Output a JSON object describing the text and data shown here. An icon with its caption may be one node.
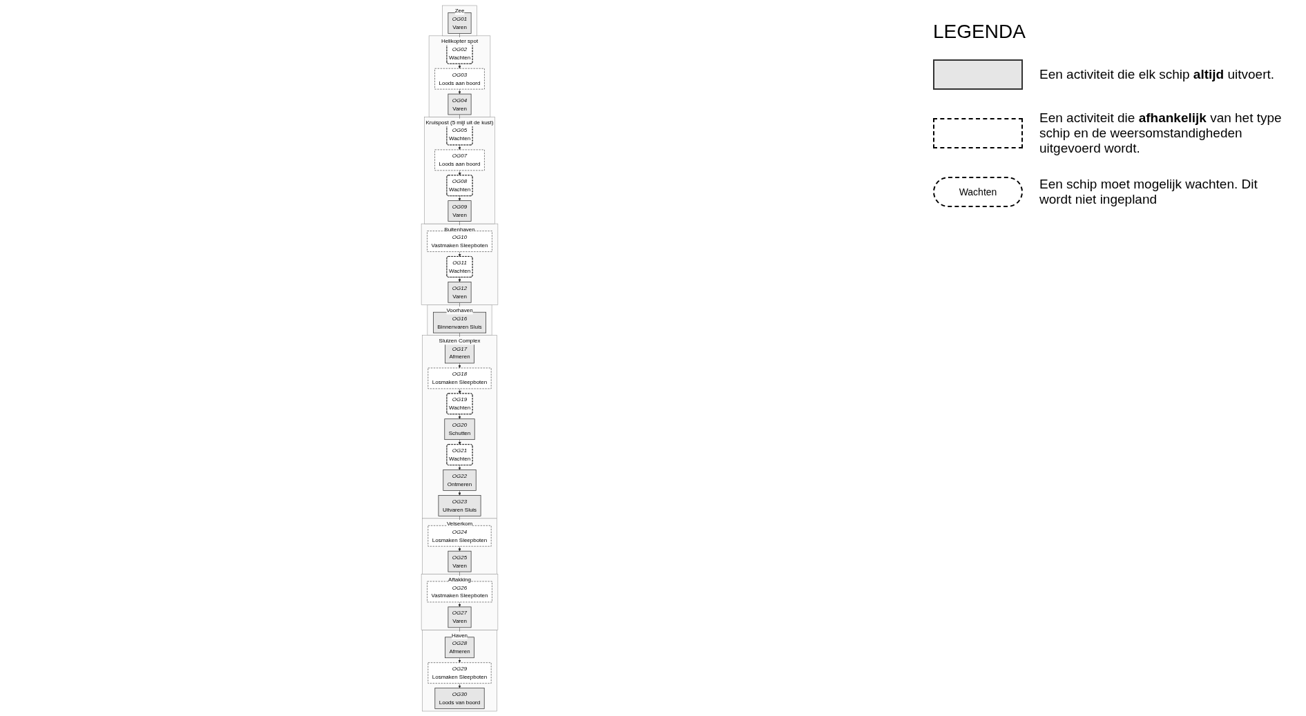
{
  "diagram": {
    "nodes": [
      {
        "text": [
          "Zee"
        ]
      },
      {
        "text": [
          "OG01",
          "Varen"
        ],
        "in": 0
      },
      {
        "text": [
          "Helikopter spot"
        ]
      },
      {
        "text": [
          "OG02",
          "Wachten"
        ],
        "in": 2
      },
      {
        "text": [
          "OG03",
          "Loods aan boord"
        ],
        "in": 2
      },
      {
        "text": [
          "OG04",
          "Varen"
        ],
        "in": 2
      },
      {
        "text": [
          "Kruispost (5 mijl uit de kust)"
        ]
      },
      {
        "text": [
          "OG05",
          "Wachten"
        ],
        "in": 6
      },
      {
        "text": [
          "OG07",
          "Loods aan boord"
        ],
        "in": 6
      },
      {
        "text": [
          "OG08",
          "Wachten"
        ],
        "in": 6
      },
      {
        "text": [
          "OG09",
          "Varen"
        ],
        "in": 6
      },
      {
        "text": [
          "Buitenhaven"
        ]
      },
      {
        "text": [
          "OG10",
          "Vastmaken Sleepboten"
        ],
        "in": 11
      },
      {
        "text": [
          "OG11",
          "Wachten"
        ],
        "in": 11
      },
      {
        "text": [
          "OG12",
          "Varen"
        ],
        "in": 11
      },
      {
        "text": [
          "Voorhaven"
        ]
      },
      {
        "text": [
          "OG16",
          "Binnenvaren Sluis"
        ],
        "in": 15
      },
      {
        "text": [
          "Sluizen Complex"
        ]
      },
      {
        "text": [
          "OG17",
          "Afmeren"
        ],
        "in": 17
      },
      {
        "text": [
          "OG18",
          "Losmaken Sleepboten"
        ],
        "in": 17
      },
      {
        "text": [
          "OG19",
          "Wachten"
        ],
        "in": 17
      },
      {
        "text": [
          "OG20",
          "Schutten"
        ],
        "in": 17
      },
      {
        "text": [
          "OG21",
          "Wachten"
        ],
        "in": 17
      },
      {
        "text": [
          "OG22",
          "Ontmeren"
        ],
        "in": 17
      },
      {
        "text": [
          "OG23",
          "Uitvaren Sluis"
        ],
        "in": 17
      },
      {
        "text": [
          "Velserkom"
        ]
      },
      {
        "text": [
          "OG24",
          "Losmaken Sleepboten"
        ],
        "in": 25
      },
      {
        "text": [
          "OG25",
          "Varen"
        ],
        "in": 25
      },
      {
        "text": [
          "Aftakking"
        ]
      },
      {
        "text": [
          "OG26",
          "Vastmaken Sleepboten"
        ],
        "in": 28
      },
      {
        "text": [
          "OG27",
          "Varen"
        ],
        "in": 28
      },
      {
        "text": [
          "Haven"
        ]
      },
      {
        "text": [
          "OG28",
          "Afmeren"
        ],
        "in": 31
      },
      {
        "text": [
          "OG29",
          "Losmaken Sleepboten"
        ],
        "in": 31
      },
      {
        "text": [
          "OG30",
          "Loods van boord"
        ],
        "in": 31
      }
    ],
    "edges": [
      {
        "from": 1,
        "to": 3,
        "arrow": "to"
      },
      {
        "from": 3,
        "to": 4,
        "arrow": "to"
      },
      {
        "from": 4,
        "to": 5,
        "arrow": "to"
      },
      {
        "from": 5,
        "to": 7,
        "arrow": "to"
      },
      {
        "from": 7,
        "to": 8,
        "arrow": "to"
      },
      {
        "from": 8,
        "to": 9,
        "arrow": "to"
      },
      {
        "from": 9,
        "to": 10,
        "arrow": "to"
      },
      {
        "from": 10,
        "to": 12,
        "arrow": "to"
      },
      {
        "from": 12,
        "to": 13,
        "arrow": "to"
      },
      {
        "from": 13,
        "to": 14,
        "arrow": "to"
      },
      {
        "from": 14,
        "to": 16,
        "arrow": "to"
      },
      {
        "from": 16,
        "to": 18,
        "arrow": "to"
      },
      {
        "from": 18,
        "to": 19,
        "arrow": "to"
      },
      {
        "from": 19,
        "to": 20,
        "arrow": "to"
      },
      {
        "from": 20,
        "to": 21,
        "arrow": "to"
      },
      {
        "from": 21,
        "to": 22,
        "arrow": "to"
      },
      {
        "from": 22,
        "to": 23,
        "arrow": "to"
      },
      {
        "from": 23,
        "to": 24,
        "arrow": "to"
      },
      {
        "from": 24,
        "to": 26,
        "arrow": "to"
      },
      {
        "from": 26,
        "to": 27,
        "arrow": "to"
      },
      {
        "from": 27,
        "to": 29,
        "arrow": "to"
      },
      {
        "from": 29,
        "to": 30,
        "arrow": "to"
      },
      {
        "from": 30,
        "to": 32,
        "arrow": "to"
      },
      {
        "from": 32,
        "to": 33,
        "arrow": "to"
      },
      {
        "from": 33,
        "to": 34,
        "arrow": "to"
      }
    ],
    "labels": [
      "LEGENDA",
      "Wachten"
    ],
    "legend": [
      {
        "text": "Een activiteit die elk schip **altijd** uitvoert."
      },
      {
        "text": "Een activiteit die **afhankelijk** van het type schip en de weersomstandigheden uitgevoerd wordt."
      },
      {
        "text": "Een schip moet mogelijk wachten. Dit wordt niet ingepland"
      }
    ]
  }
}
